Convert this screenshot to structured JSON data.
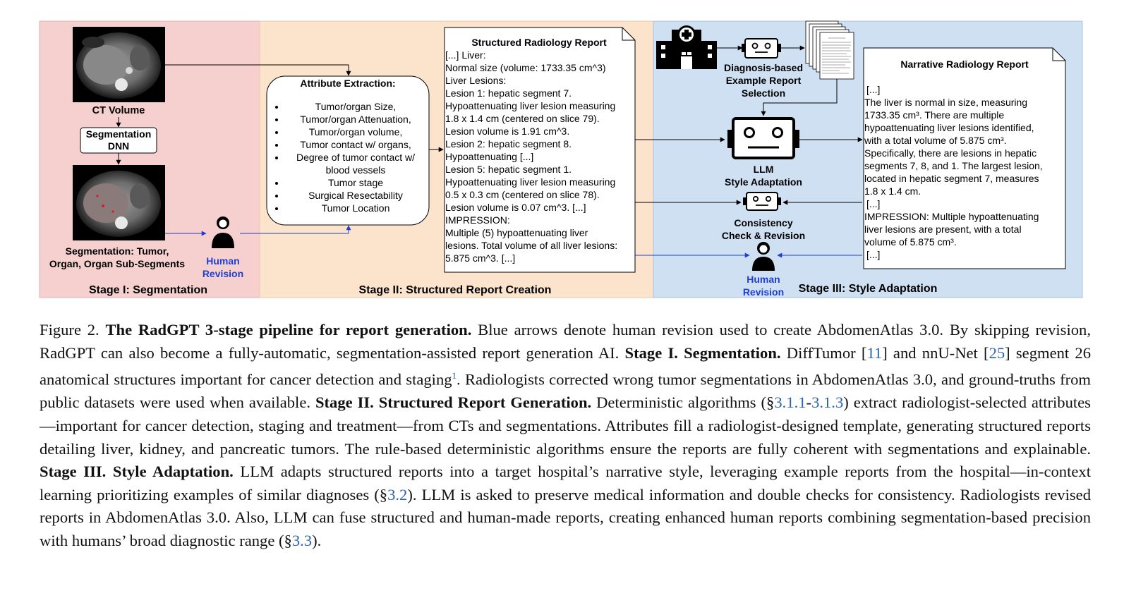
{
  "stage1": {
    "ct_label": "CT Volume",
    "seg_box": [
      "Segmentation",
      "DNN"
    ],
    "seg_output": [
      "Segmentation: Tumor,",
      "Organ, Organ Sub-Segments"
    ],
    "human": [
      "Human",
      "Revision"
    ],
    "title": "Stage I: Segmentation"
  },
  "stage2": {
    "attr_title": "Attribute Extraction:",
    "attributes": [
      "Tumor/organ Size,",
      "Tumor/organ Attenuation,",
      "Tumor/organ volume,",
      "Tumor contact w/ organs,",
      "Degree of tumor contact w/",
      "blood vessels",
      "Tumor stage",
      "Surgical Resectability",
      "Tumor Location"
    ],
    "report_title": "Structured Radiology Report",
    "report_lines": [
      "[...] Liver:",
      "Normal size (volume: 1733.35 cm^3)",
      "Liver Lesions:",
      "Lesion 1: hepatic segment 7.",
      "Hypoattenuating liver lesion measuring",
      "1.8 x 1.4 cm (centered on slice 79).",
      "Lesion volume is 1.91 cm^3.",
      "Lesion 2: hepatic segment 8.",
      "Hypoattenuating [...]",
      "Lesion 5: hepatic segment 1.",
      "Hypoattenuating liver lesion measuring",
      "0.5 x 0.3 cm (centered on slice 78).",
      "Lesion volume is 0.07 cm^3. [...]",
      "IMPRESSION:",
      "Multiple (5) hypoattenuating liver",
      "lesions. Total volume of all liver lesions:",
      "5.875 cm^3. [...]"
    ],
    "title": "Stage II: Structured Report Creation"
  },
  "stage3": {
    "selection": [
      "Diagnosis-based",
      "Example Report",
      "Selection"
    ],
    "llm": [
      "LLM",
      "Style Adaptation"
    ],
    "consistency": [
      "Consistency",
      "Check & Revision"
    ],
    "human": [
      "Human",
      "Revision"
    ],
    "narrative_title": "Narrative Radiology Report",
    "narrative_lines": [
      "[...]",
      "The liver is normal in size, measuring",
      "1733.35 cm³. There are multiple",
      "hypoattenuating liver lesions identified,",
      "with a total volume of 5.875 cm³.",
      "Specifically, there are lesions in hepatic",
      "segments 7, 8, and 1. The largest lesion,",
      "located in hepatic segment 7, measures",
      "1.8 x 1.4 cm.",
      "[...]",
      "IMPRESSION: Multiple hypoattenuating",
      "liver lesions are present, with a total",
      "volume of 5.875 cm³.",
      "[...]"
    ],
    "title": "Stage III: Style Adaptation"
  },
  "colors": {
    "stage1_bg": "#f6cfcf",
    "stage2_bg": "#fce3cc",
    "stage3_bg": "#cfe0f3",
    "blue_arrow": "#1f3fd1",
    "human_text": "#1f3fd1"
  },
  "caption": {
    "p1": "Figure 2. ",
    "b1": "The RadGPT 3-stage pipeline for report generation.",
    "p2": " Blue arrows denote human revision used to create AbdomenAtlas 3.0. By skipping revision, RadGPT can also become a fully-automatic, segmentation-assisted report generation AI. ",
    "b2": "Stage I. Segmentation.",
    "p3": " DiffTumor [",
    "c1": "11",
    "p4": "] and nnU-Net [",
    "c2": "25",
    "p5": "] segment 26 anatomical structures important for cancer detection and staging",
    "fn": "1",
    "p6": ". Radiologists corrected wrong tumor segmentations in AbdomenAtlas 3.0, and ground-truths from public datasets were used when available. ",
    "b3": "Stage II. Structured Report Generation.",
    "p7": " Deterministic algorithms (§",
    "c3": "3.1.1",
    "p8": "-",
    "c4": "3.1.3",
    "p9": ") extract radiologist-selected attributes—important for cancer detection, staging and treatment—from CTs and segmentations. Attributes fill a radiologist-designed template, generating structured reports detailing liver, kidney, and pancreatic tumors. The rule-based deterministic algorithms ensure the reports are fully coherent with segmentations and explainable. ",
    "b4": "Stage III. Style Adaptation.",
    "p10": " LLM adapts structured reports into a target hospital’s narrative style, leveraging example reports from the hospital—in-context learning prioritizing examples of similar diagnoses (§",
    "c5": "3.2",
    "p11": "). LLM is asked to preserve medical information and double checks for consistency. Radiologists revised reports in AbdomenAtlas 3.0. Also, LLM can fuse structured and human-made reports, creating enhanced human reports combining segmentation-based precision with humans’ broad diagnostic range (§",
    "c6": "3.3",
    "p12": ")."
  }
}
